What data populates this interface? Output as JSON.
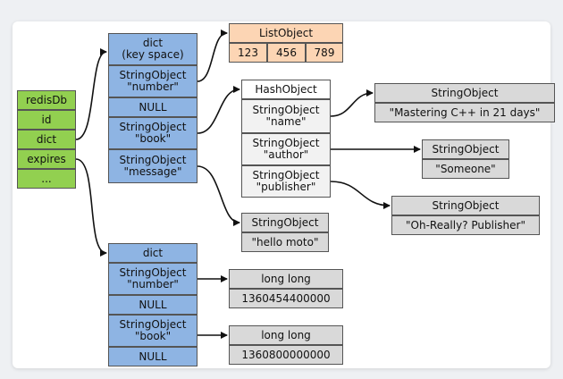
{
  "redisdb": {
    "header": "redisDb",
    "fields": [
      "id",
      "dict",
      "expires",
      "..."
    ]
  },
  "keyspace": {
    "header": "dict\n(key space)",
    "entries": [
      "StringObject\n\"number\"",
      "NULL",
      "StringObject\n\"book\"",
      "StringObject\n\"message\""
    ]
  },
  "list_object": {
    "title": "ListObject",
    "values": [
      "123",
      "456",
      "789"
    ]
  },
  "hash_object": {
    "title": "HashObject",
    "fields": [
      "StringObject\n\"name\"",
      "StringObject\n\"author\"",
      "StringObject\n\"publisher\""
    ]
  },
  "name_value": {
    "title": "StringObject",
    "value": "\"Mastering C++ in 21 days\""
  },
  "author_value": {
    "title": "StringObject",
    "value": "\"Someone\""
  },
  "publisher_value": {
    "title": "StringObject",
    "value": "\"Oh-Really? Publisher\""
  },
  "message_value": {
    "title": "StringObject",
    "value": "\"hello moto\""
  },
  "expires_dict": {
    "header": "dict",
    "entries": [
      "StringObject\n\"number\"",
      "NULL",
      "StringObject\n\"book\"",
      "NULL"
    ]
  },
  "expire_number": {
    "title": "long long",
    "value": "1360454400000"
  },
  "expire_book": {
    "title": "long long",
    "value": "1360800000000"
  }
}
